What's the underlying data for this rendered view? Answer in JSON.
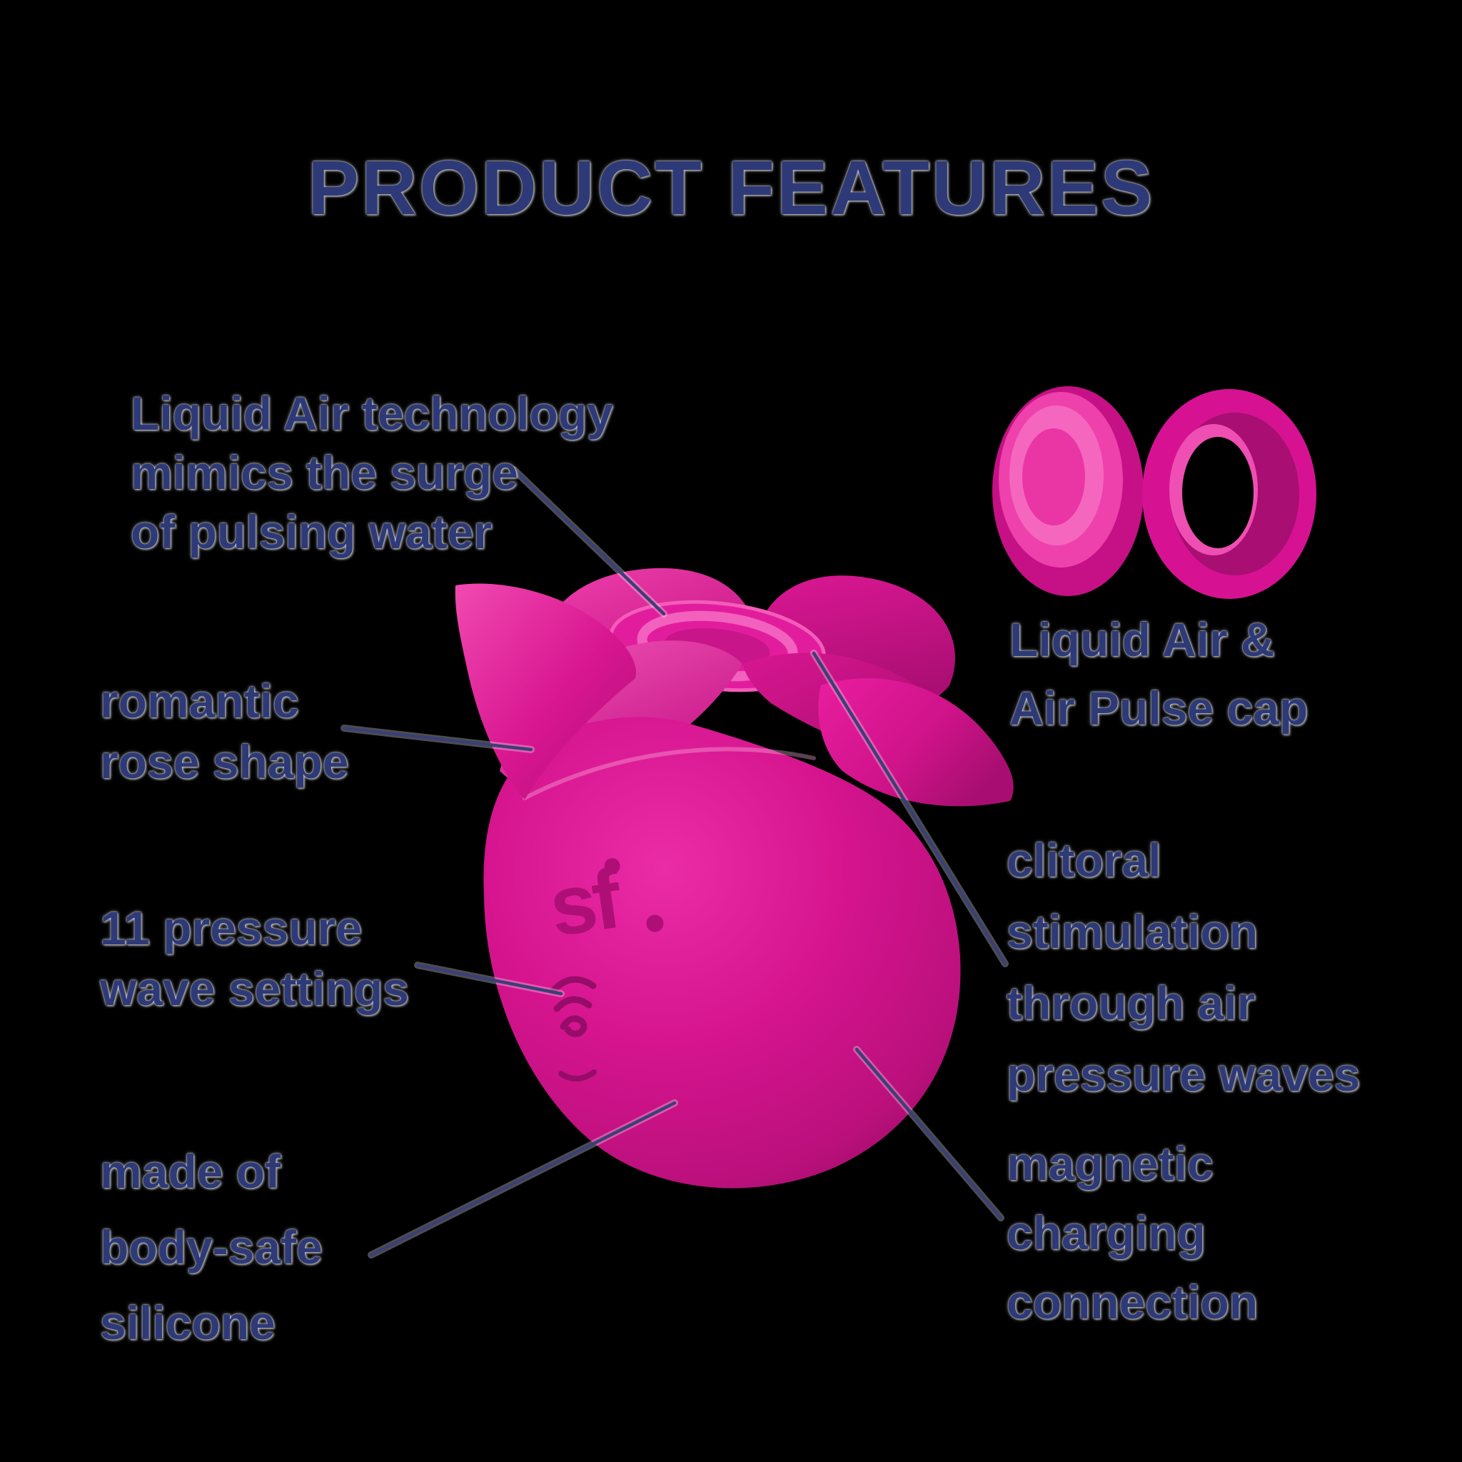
{
  "title": "PRODUCT FEATURES",
  "colors": {
    "navy_text": "#2e3a78",
    "leader_line": "#3a4076",
    "pink_main": "#cf1389",
    "pink_bright": "#e81aa0",
    "pink_light": "#f356b8",
    "pink_dark": "#a30d6e",
    "logo_emboss": "#ae0f76",
    "background": "#000000"
  },
  "annotations": {
    "left": [
      {
        "id": "liquid-air-technology",
        "lines": [
          "Liquid Air technology",
          "mimics the surge",
          "of pulsing water"
        ]
      },
      {
        "id": "romantic-rose-shape",
        "lines": [
          "romantic",
          "rose shape"
        ]
      },
      {
        "id": "pressure-wave-settings",
        "lines": [
          "11 pressure",
          "wave settings"
        ]
      },
      {
        "id": "body-safe-silicone",
        "lines": [
          "made of",
          "body-safe",
          "silicone"
        ]
      }
    ],
    "right": [
      {
        "id": "liquid-air-cap",
        "lines": [
          "Liquid Air &",
          "Air Pulse cap"
        ]
      },
      {
        "id": "clitoral-stimulation",
        "lines": [
          "clitoral",
          "stimulation",
          "through air",
          "pressure waves"
        ]
      },
      {
        "id": "magnetic-charging",
        "lines": [
          "magnetic",
          "charging",
          "connection"
        ]
      }
    ]
  },
  "product": {
    "logo_text": "sf"
  },
  "icons": [
    "sf-logo",
    "pressure-wave-button-icon",
    "charging-contact-icon",
    "cap-dome",
    "cap-ring"
  ]
}
